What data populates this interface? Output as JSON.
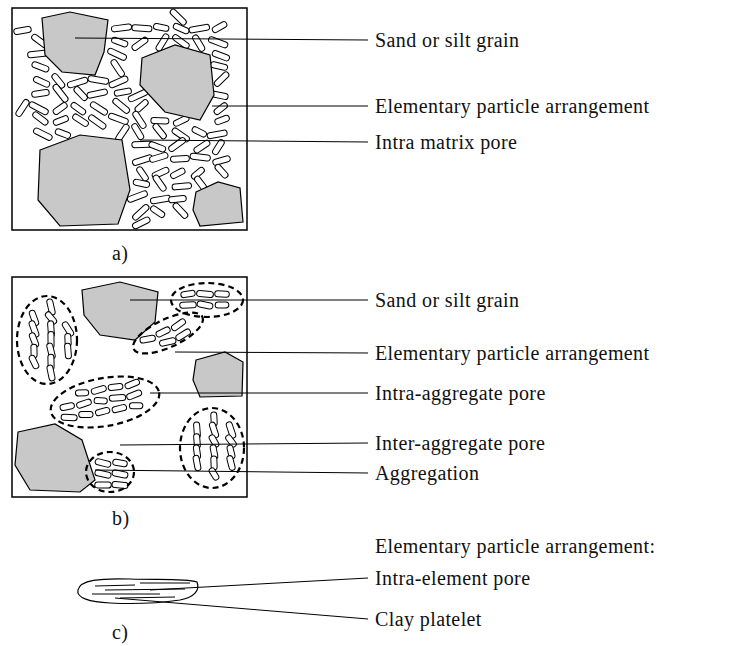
{
  "diagram": {
    "labels": [
      "Sand or silt grain",
      "Elementary particle arrangement",
      "Intra matrix pore",
      "a)",
      "Sand or silt grain",
      "Elementary particle arrangement",
      "Intra-aggregate pore",
      "Inter-aggregate pore",
      "Aggregation",
      "b)",
      "Elementary particle arrangement:",
      "Intra-element pore",
      "Clay platelet",
      "c)"
    ]
  }
}
